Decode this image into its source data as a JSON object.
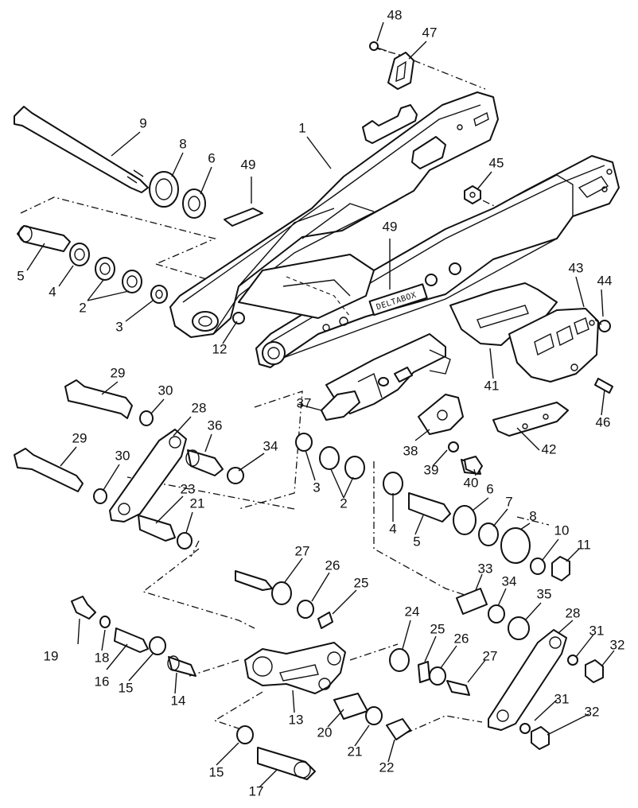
{
  "diagram": {
    "decal_text": "DELTABOX",
    "callouts": [
      {
        "id": "c48",
        "text": "48"
      },
      {
        "id": "c47",
        "text": "47"
      },
      {
        "id": "c9",
        "text": "9"
      },
      {
        "id": "c1",
        "text": "1"
      },
      {
        "id": "c8",
        "text": "8"
      },
      {
        "id": "c6a",
        "text": "6"
      },
      {
        "id": "c49a",
        "text": "49"
      },
      {
        "id": "c45",
        "text": "45"
      },
      {
        "id": "c5a",
        "text": "5"
      },
      {
        "id": "c4a",
        "text": "4"
      },
      {
        "id": "c2a",
        "text": "2"
      },
      {
        "id": "c3a",
        "text": "3"
      },
      {
        "id": "c49b",
        "text": "49"
      },
      {
        "id": "c43",
        "text": "43"
      },
      {
        "id": "c44",
        "text": "44"
      },
      {
        "id": "c12",
        "text": "12"
      },
      {
        "id": "c29a",
        "text": "29"
      },
      {
        "id": "c30a",
        "text": "30"
      },
      {
        "id": "c28a",
        "text": "28"
      },
      {
        "id": "c36",
        "text": "36"
      },
      {
        "id": "c37",
        "text": "37"
      },
      {
        "id": "c41",
        "text": "41"
      },
      {
        "id": "c46",
        "text": "46"
      },
      {
        "id": "c29b",
        "text": "29"
      },
      {
        "id": "c30b",
        "text": "30"
      },
      {
        "id": "c34a",
        "text": "34"
      },
      {
        "id": "c38",
        "text": "38"
      },
      {
        "id": "c39",
        "text": "39"
      },
      {
        "id": "c42",
        "text": "42"
      },
      {
        "id": "c23",
        "text": "23"
      },
      {
        "id": "c3b",
        "text": "3"
      },
      {
        "id": "c40",
        "text": "40"
      },
      {
        "id": "c2b",
        "text": "2"
      },
      {
        "id": "c6b",
        "text": "6"
      },
      {
        "id": "c7",
        "text": "7"
      },
      {
        "id": "c8b",
        "text": "8"
      },
      {
        "id": "c21a",
        "text": "21"
      },
      {
        "id": "c4b",
        "text": "4"
      },
      {
        "id": "c5b",
        "text": "5"
      },
      {
        "id": "c10",
        "text": "10"
      },
      {
        "id": "c11",
        "text": "11"
      },
      {
        "id": "c27a",
        "text": "27"
      },
      {
        "id": "c26a",
        "text": "26"
      },
      {
        "id": "c33",
        "text": "33"
      },
      {
        "id": "c25a",
        "text": "25"
      },
      {
        "id": "c34b",
        "text": "34"
      },
      {
        "id": "c35",
        "text": "35"
      },
      {
        "id": "c28b",
        "text": "28"
      },
      {
        "id": "c19",
        "text": "19"
      },
      {
        "id": "c24",
        "text": "24"
      },
      {
        "id": "c25b",
        "text": "25"
      },
      {
        "id": "c31a",
        "text": "31"
      },
      {
        "id": "c32a",
        "text": "32"
      },
      {
        "id": "c18",
        "text": "18"
      },
      {
        "id": "c26b",
        "text": "26"
      },
      {
        "id": "c27b",
        "text": "27"
      },
      {
        "id": "c16",
        "text": "16"
      },
      {
        "id": "c15a",
        "text": "15"
      },
      {
        "id": "c14",
        "text": "14"
      },
      {
        "id": "c13",
        "text": "13"
      },
      {
        "id": "c20",
        "text": "20"
      },
      {
        "id": "c31b",
        "text": "31"
      },
      {
        "id": "c32b",
        "text": "32"
      },
      {
        "id": "c21b",
        "text": "21"
      },
      {
        "id": "c22",
        "text": "22"
      },
      {
        "id": "c15b",
        "text": "15"
      },
      {
        "id": "c17",
        "text": "17"
      }
    ]
  }
}
